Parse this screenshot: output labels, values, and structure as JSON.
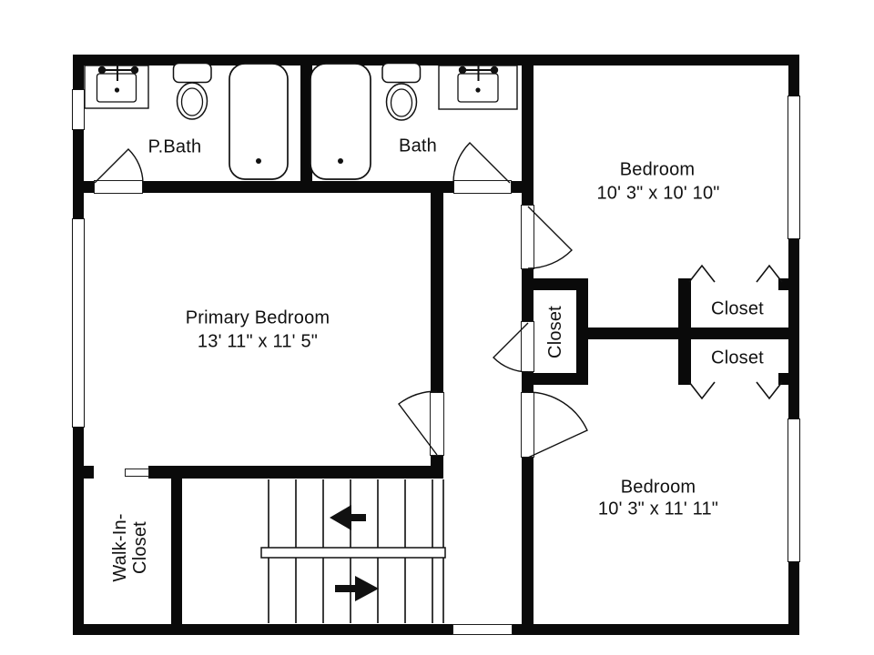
{
  "rooms": {
    "pbath": {
      "label": "P.Bath"
    },
    "bath": {
      "label": "Bath"
    },
    "bedroom_top": {
      "label": "Bedroom",
      "dims": "10' 3\" x 10' 10\""
    },
    "primary": {
      "label": "Primary Bedroom",
      "dims": "13' 11\" x 11' 5\""
    },
    "bedroom_bottom": {
      "label": "Bedroom",
      "dims": "10' 3\" x 11' 11\""
    },
    "closet_hall": {
      "label": "Closet"
    },
    "closet_top": {
      "label": "Closet"
    },
    "closet_bottom": {
      "label": "Closet"
    },
    "walk_in": {
      "line1": "Walk-In-",
      "line2": "Closet"
    }
  },
  "colors": {
    "wall": "#0a0a0a",
    "background": "#ffffff",
    "tread": "#3d3d3d"
  }
}
